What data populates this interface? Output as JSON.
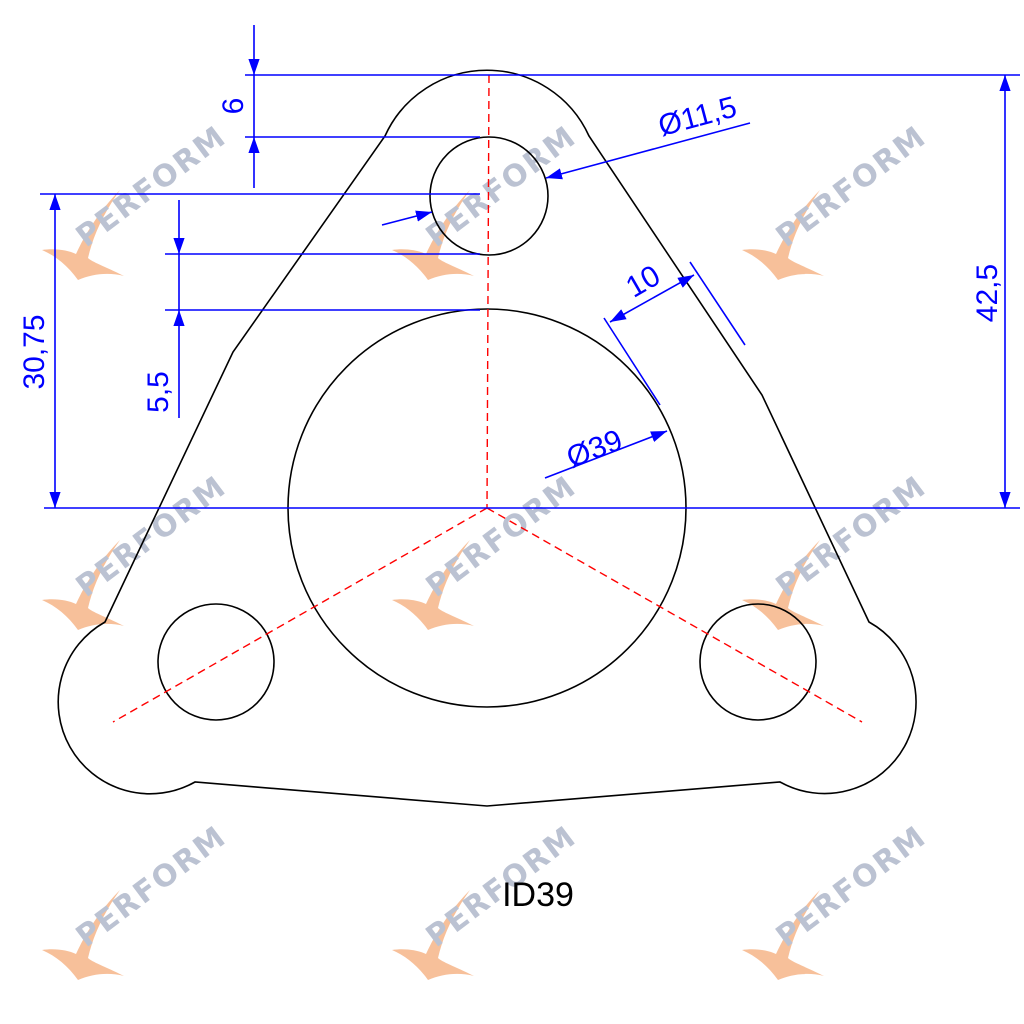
{
  "dimensions": {
    "d6": "6",
    "d11_5": "Ø11,5",
    "d10": "10",
    "d39": "Ø39",
    "d42_5": "42,5",
    "d30_75": "30,75",
    "d5_5": "5,5"
  },
  "part_id": "ID39",
  "watermark": {
    "text": "PERFORM"
  },
  "colors": {
    "outline": "#000000",
    "dimension": "#0000ff",
    "centerline": "#ff0000",
    "watermark_text": "#b4bccd",
    "watermark_logo": "#f7b98f"
  }
}
